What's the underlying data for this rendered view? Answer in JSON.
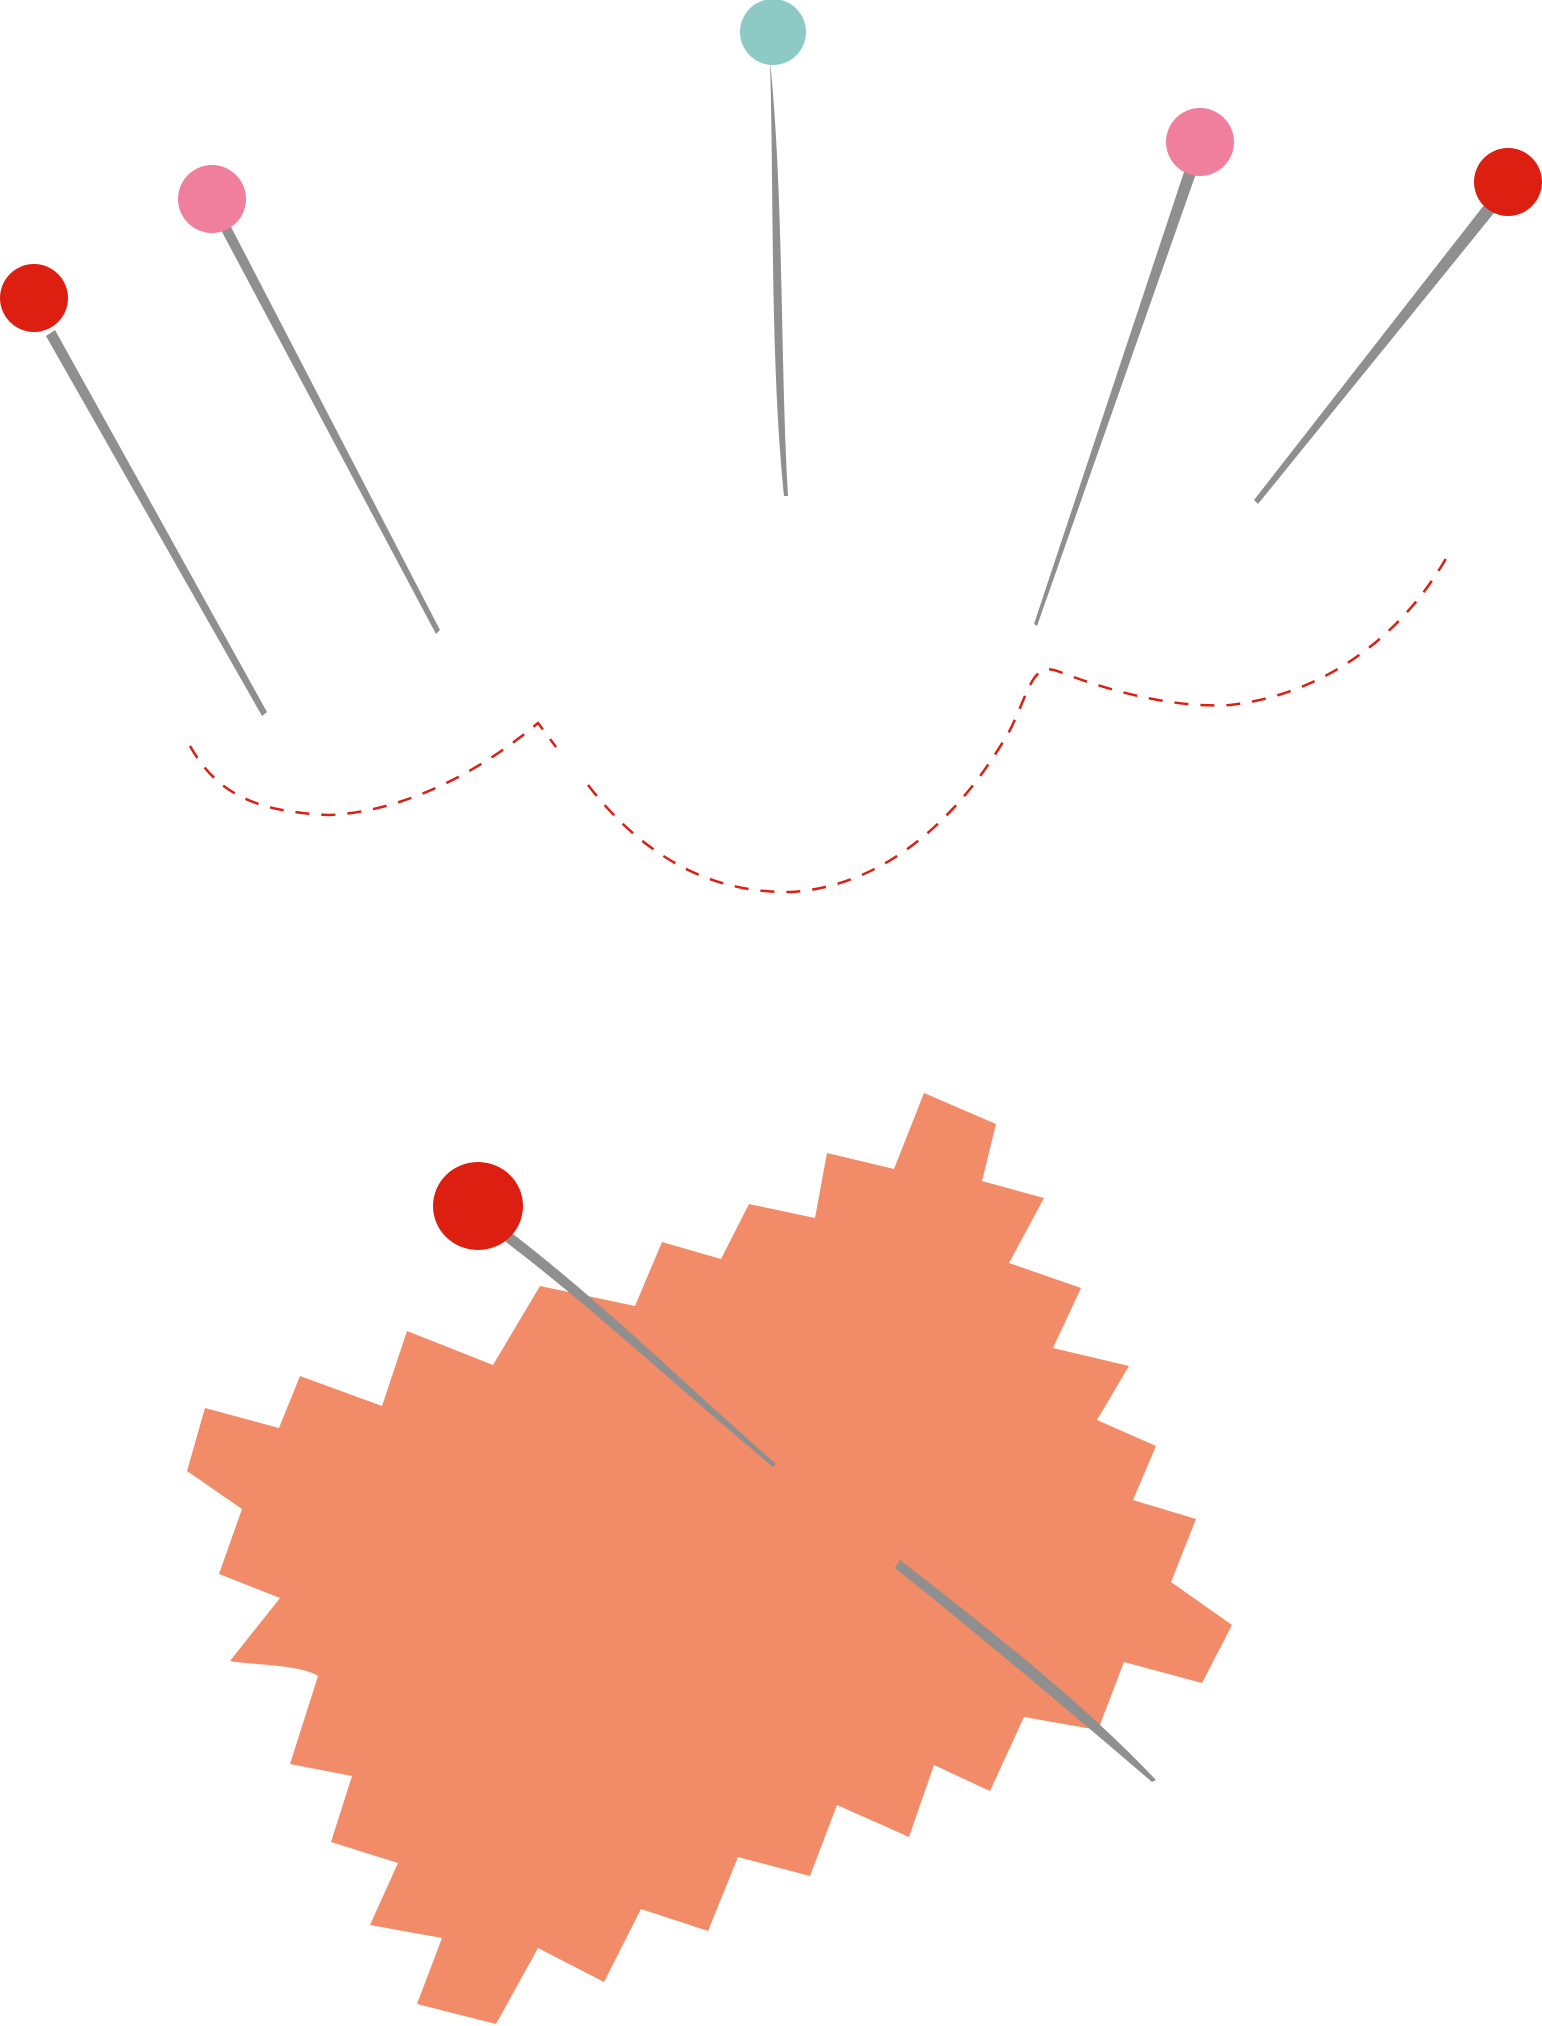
{
  "colors": {
    "background": "#ffffff",
    "pin_shaft": "#8f8f8f",
    "head_red": "#dc1f11",
    "head_pink": "#ef7f9d",
    "head_teal": "#8dc9c5",
    "stitch": "#dc1f11",
    "fabric": "#f28b68"
  },
  "pins": [
    {
      "head_color": "head_red"
    },
    {
      "head_color": "head_pink"
    },
    {
      "head_color": "head_teal"
    },
    {
      "head_color": "head_pink"
    },
    {
      "head_color": "head_red"
    },
    {
      "head_color": "head_red"
    }
  ],
  "stitches": "dashed-seam",
  "fabric": "zigzag-fabric-patch"
}
